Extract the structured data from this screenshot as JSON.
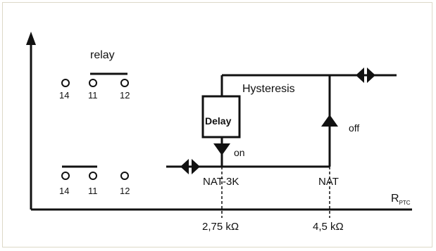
{
  "relay": {
    "title": "relay",
    "top_pins": [
      "14",
      "11",
      "12"
    ],
    "bottom_pins": [
      "14",
      "11",
      "12"
    ]
  },
  "labels": {
    "hysteresis": "Hysteresis",
    "delay": "Delay",
    "on": "on",
    "off": "off",
    "nat_3k": "NAT-3K",
    "nat": "NAT",
    "r_main": "R",
    "r_sub": "PTC"
  },
  "axis_ticks": [
    "2,75 kΩ",
    "4,5 kΩ"
  ],
  "colors": {
    "line": "#111111",
    "frame": "#ddd9c8"
  }
}
